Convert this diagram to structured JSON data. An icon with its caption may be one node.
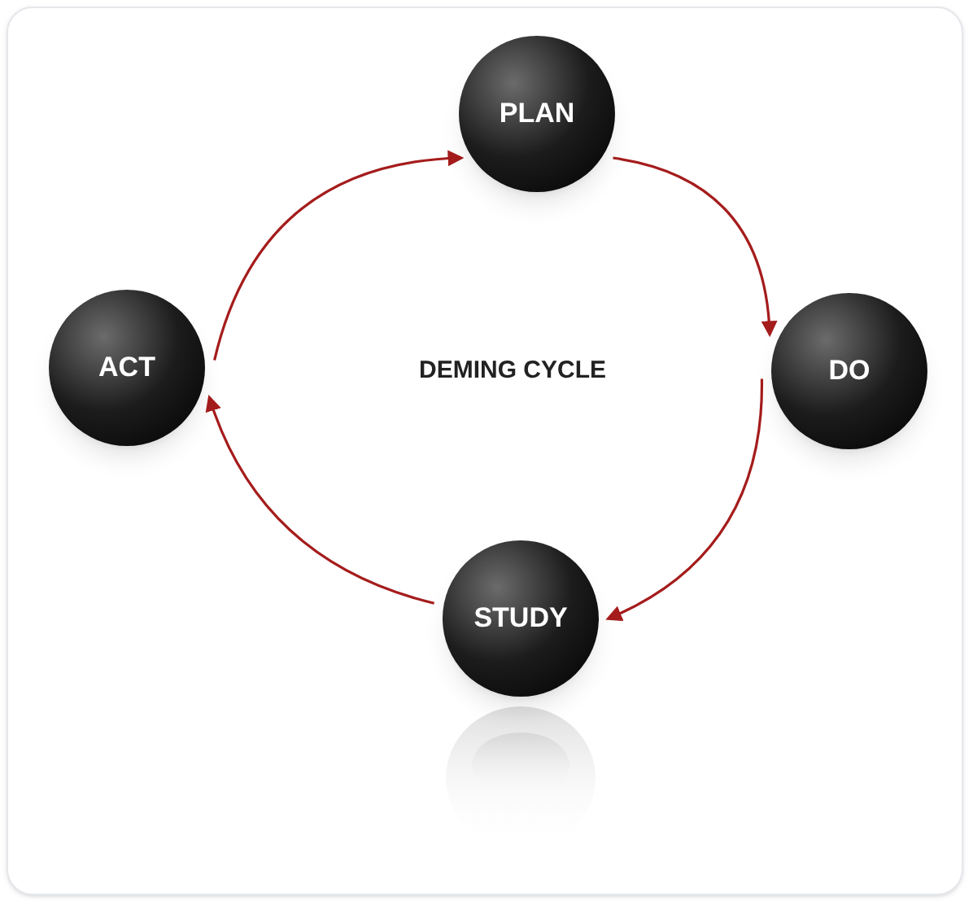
{
  "diagram": {
    "nodes": [
      {
        "text": [
          "PLAN"
        ]
      },
      {
        "text": [
          "ACT"
        ]
      },
      {
        "text": [
          "DO"
        ]
      },
      {
        "text": [
          "STUDY"
        ]
      }
    ],
    "edges": [
      {
        "from": 1,
        "to": 0,
        "arrow": "to",
        "color": "#a51c1c"
      },
      {
        "from": 0,
        "to": 2,
        "arrow": "to",
        "color": "#a51c1c"
      },
      {
        "from": 2,
        "to": 3,
        "arrow": "to",
        "color": "#a51c1c"
      },
      {
        "from": 3,
        "to": 1,
        "arrow": "to",
        "color": "#a51c1c"
      }
    ],
    "labels": [
      "DEMING CYCLE"
    ]
  }
}
